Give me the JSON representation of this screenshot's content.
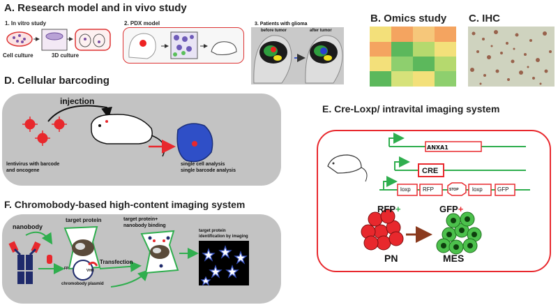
{
  "sectionA": {
    "title": "A. Research model and in vivo study",
    "sub1": "1. In vitro study",
    "cell_culture": "Cell culture",
    "culture_3d": "3D culture",
    "sub2": "2. PDX model",
    "sub3": "3. Patients with glioma",
    "before": "before tumor",
    "after": "after tumor"
  },
  "sectionB": {
    "title": "B. Omics study"
  },
  "sectionC": {
    "title": "C. IHC"
  },
  "sectionD": {
    "title": "D. Cellular barcoding",
    "injection": "injection",
    "lentivirus": "lentivirus with barcode",
    "oncogene": "and oncogene",
    "single_cell": "single cell analysis",
    "single_barcode": "single barcode analysis"
  },
  "sectionE": {
    "title": "E. Cre-Loxp/ intravital imaging system",
    "anxa1": "ANXA1",
    "cre": "CRE",
    "loxp1": "loxp",
    "rfp": "RFP",
    "stop": "STOP",
    "loxp2": "loxp",
    "gfp": "GFP",
    "rfp_plus": "RFP",
    "gfp_plus": "GFP",
    "pn": "PN",
    "mes": "MES"
  },
  "sectionF": {
    "title": "F.  Chromobody-based high-content imaging system",
    "nanobody": "nanobody",
    "target_protein": "target protein",
    "binding1": "target protein+",
    "binding2": "nanobody binding",
    "ident1": "target protein",
    "ident2": "identification by imaging",
    "transfection": "Transfection",
    "fp": "FP",
    "vhh": "VHH",
    "plasmid": "chromobody plasmid"
  },
  "colors": {
    "red": "#e8282d",
    "green": "#2fae4e",
    "navy": "#1f2a6b",
    "gray_box": "#c3c3c3",
    "heat_green": "#5cb85c",
    "heat_orange": "#f4a460",
    "heat_yellow": "#f3e07a"
  }
}
